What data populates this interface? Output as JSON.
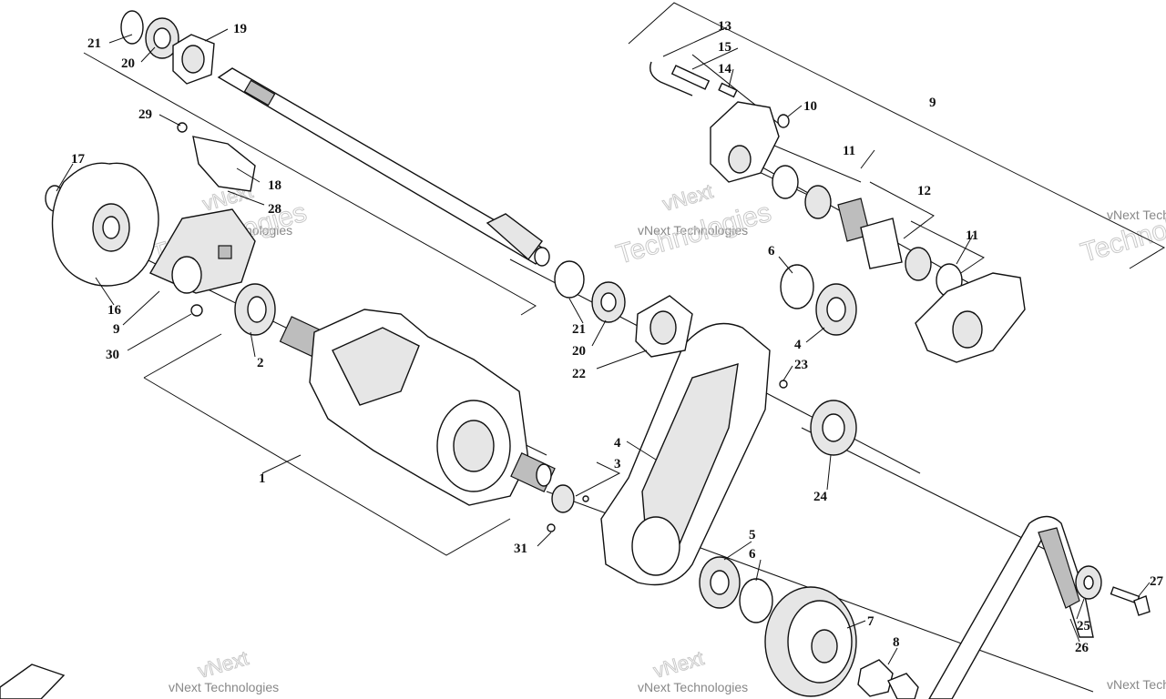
{
  "diagram": {
    "callouts": [
      "1",
      "2",
      "3",
      "4",
      "5",
      "5",
      "6",
      "6",
      "7",
      "8",
      "9",
      "9",
      "10",
      "11",
      "11",
      "12",
      "13",
      "14",
      "15",
      "16",
      "17",
      "18",
      "19",
      "20",
      "20",
      "21",
      "21",
      "22",
      "23",
      "24",
      "25",
      "26",
      "27",
      "28",
      "29",
      "30",
      "31"
    ]
  },
  "watermark": {
    "brand_top": "vNext",
    "brand_bottom": "Technologies",
    "company": "vNext Technologies"
  }
}
